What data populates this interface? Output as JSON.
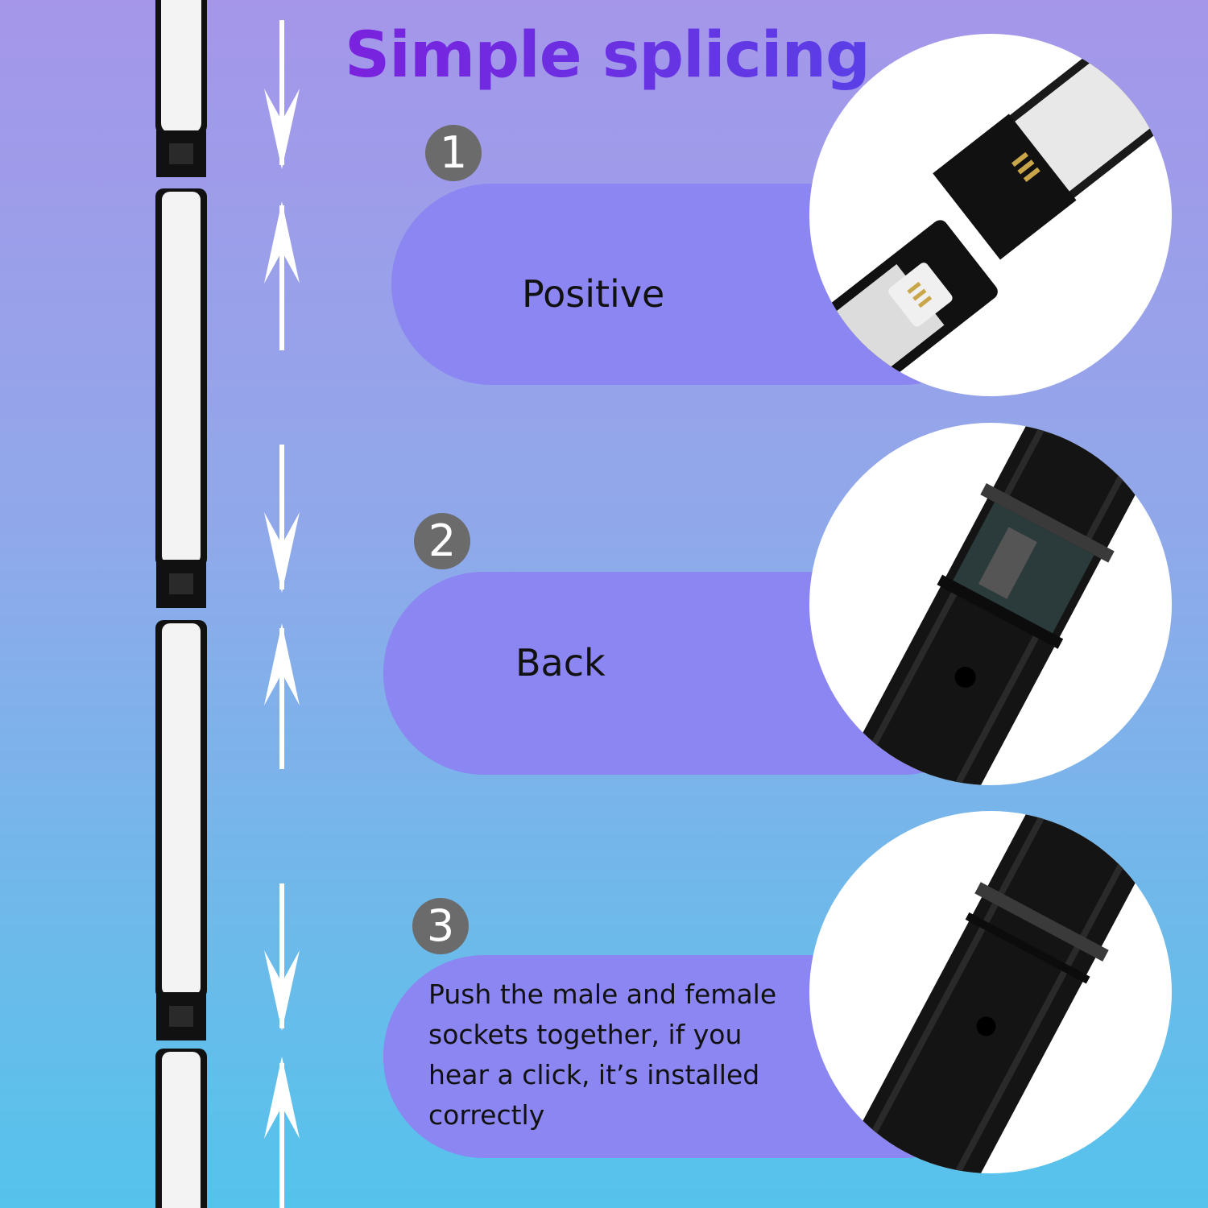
{
  "title": "Simple splicing",
  "steps": [
    {
      "number": "1",
      "label": "Positive"
    },
    {
      "number": "2",
      "label": "Back"
    },
    {
      "number": "3",
      "label": "Push the male and female sockets together, if you hear a click, it’s installed correctly"
    }
  ],
  "colors": {
    "title": "#6a2fe0",
    "pill": "#8b86f1",
    "badge": "#6b6b6b"
  }
}
